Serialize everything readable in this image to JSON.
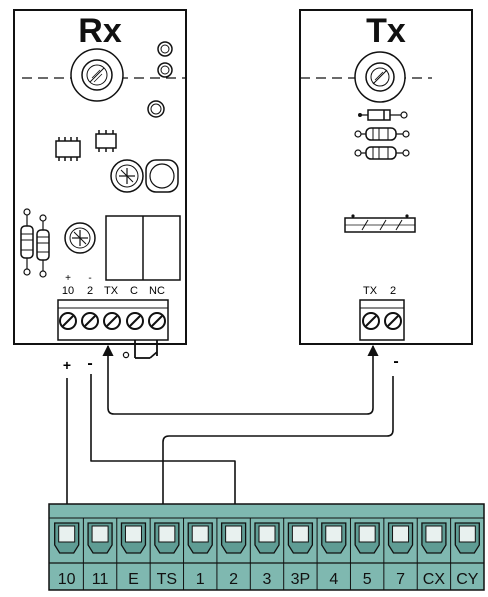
{
  "colors": {
    "board_fill": "#ffffff",
    "stroke": "#111111",
    "strip_fill": "#7fb8b0",
    "strip_dark": "#5f9c94",
    "terminal_window": "#e8f1ef"
  },
  "rx": {
    "title": "Rx",
    "terminal_polarity": [
      "+",
      "-",
      "",
      "",
      ""
    ],
    "terminal_labels": [
      "10",
      "2",
      "TX",
      "C",
      "NC"
    ],
    "wire_polarity_plus": "+",
    "wire_polarity_minus": "-"
  },
  "tx": {
    "title": "Tx",
    "terminal_labels": [
      "TX",
      "2"
    ],
    "wire_polarity_minus": "-"
  },
  "strip": {
    "labels": [
      "10",
      "11",
      "E",
      "TS",
      "1",
      "2",
      "3",
      "3P",
      "4",
      "5",
      "7",
      "CX",
      "CY"
    ]
  }
}
